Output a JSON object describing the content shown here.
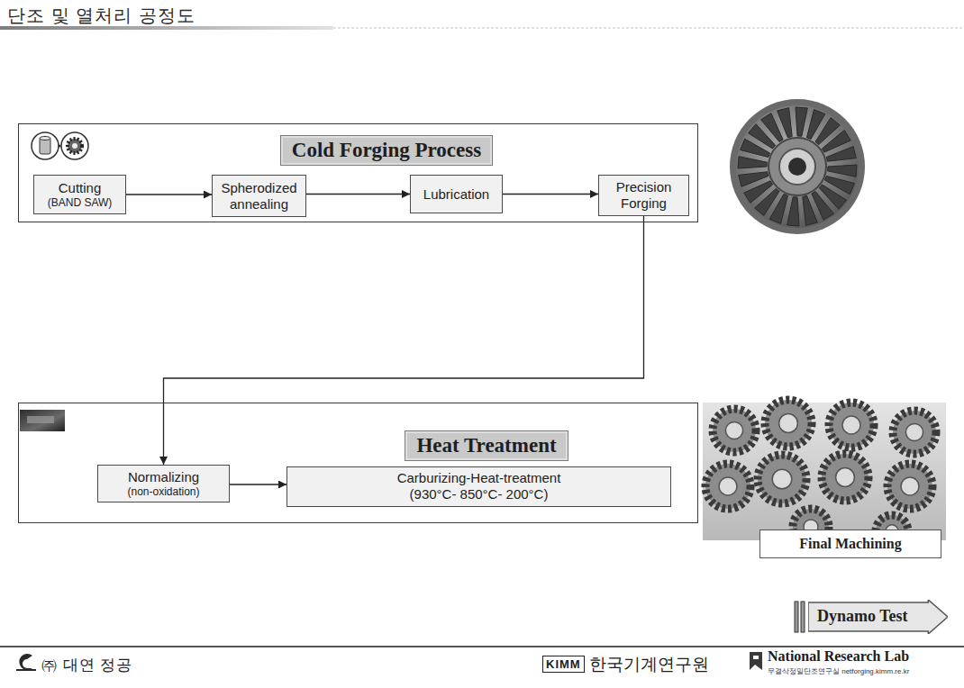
{
  "diagram": {
    "title": "단조 및 열처리 공정도",
    "nodes": [
      {
        "text": [
          "Cold Forging Process"
        ]
      },
      {
        "text": [
          "Cutting",
          "(BAND SAW)"
        ],
        "in": 0
      },
      {
        "text": [
          "Spherodized annealing"
        ],
        "in": 0
      },
      {
        "text": [
          "Lubrication"
        ],
        "in": 0
      },
      {
        "text": [
          "Precision Forging"
        ],
        "in": 0
      },
      {
        "text": [
          "Heat Treatment"
        ]
      },
      {
        "text": [
          "Normalizing",
          "(non-oxidation)"
        ],
        "in": 5
      },
      {
        "text": [
          "Carburizing-Heat-treatment",
          "(930°C- 850°C- 200°C)"
        ],
        "in": 5
      },
      {
        "text": [
          "Final Machining"
        ]
      },
      {
        "text": [
          "Dynamo Test"
        ]
      }
    ],
    "edges": [
      {
        "from": 1,
        "to": 2,
        "arrow": "to"
      },
      {
        "from": 2,
        "to": 3,
        "arrow": "to"
      },
      {
        "from": 3,
        "to": 4,
        "arrow": "to"
      },
      {
        "from": 4,
        "to": 6,
        "arrow": "to"
      },
      {
        "from": 6,
        "to": 7,
        "arrow": "to"
      }
    ],
    "labels": [
      "㈜ 대연 정공",
      "KIMM",
      "한국기계연구원",
      "National Research Lab",
      "무결삭정밀단조연구실 netforging.kimm.re.kr"
    ]
  }
}
